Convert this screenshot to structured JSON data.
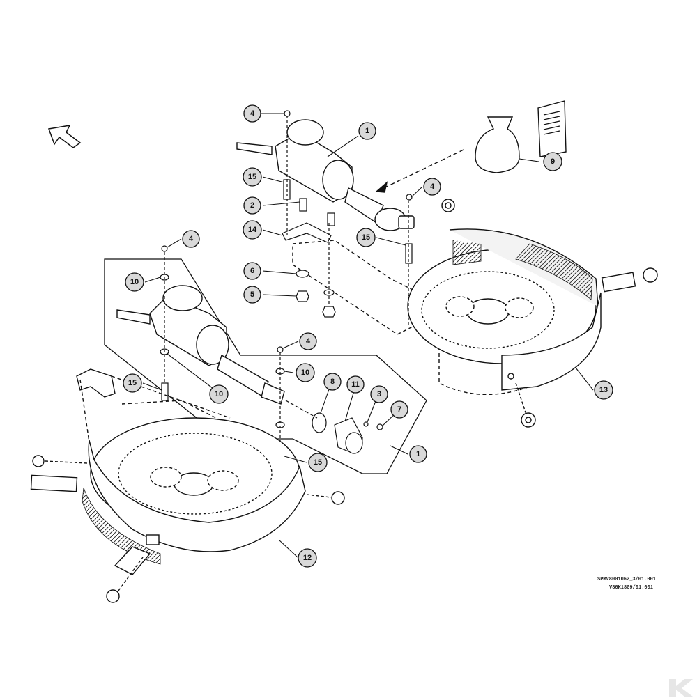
{
  "diagram": {
    "callouts": [
      "4",
      "1",
      "9",
      "15",
      "4",
      "2",
      "14",
      "15",
      "6",
      "5",
      "4",
      "10",
      "4",
      "15",
      "10",
      "10",
      "8",
      "11",
      "3",
      "7",
      "1",
      "15",
      "13",
      "12"
    ]
  },
  "references": {
    "line1": "SPMV8001062_3/01.001",
    "line2": "V86K1809/01.001"
  },
  "colors": {
    "ink": "#111111",
    "fill": "#ffffff",
    "shade": "#d9d9d9"
  },
  "icons": {
    "direction": "arrow-icon",
    "watermark": "k-logo-icon"
  }
}
